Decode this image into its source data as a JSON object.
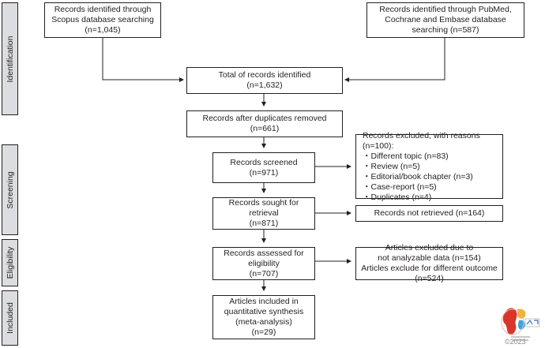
{
  "stages": {
    "identification": "Identification",
    "screening": "Screening",
    "eligibility": "Eligibility",
    "included": "Included"
  },
  "boxes": {
    "scopus": [
      "Records identified through",
      "Scopus database searching",
      "(n=1,045)"
    ],
    "pubmed": [
      "Records identified through PubMed,",
      "Cochrane and Embase database",
      "searching (n=587)"
    ],
    "total": [
      "Total of records identified",
      "(n=1,632)"
    ],
    "duplicates": [
      "Records after duplicates removed",
      "(n=661)"
    ],
    "screened": [
      "Records screened",
      "(n=971)"
    ],
    "excluded": {
      "title": "Records excluded, with reasons (n=100):",
      "items": [
        "・Different topic (n=83)",
        "・Review (n=5)",
        "・Editorial/book chapter (n=3)",
        "・Case-report (n=5)",
        "・Duplicates (n=4)"
      ]
    },
    "retrieval": [
      "Records sought for",
      "retrieval",
      "(n=871)"
    ],
    "not_retrieved": "Records not retrieved (n=164)",
    "eligibility": [
      "Records assessed for",
      "eligibility",
      "(n=707)"
    ],
    "articles_excluded": [
      "Articles excluded due to",
      "not analyzable data (n=154)",
      "Articles exclude for different outcome (n=524)"
    ],
    "included": [
      "Articles included in",
      "quantitative synthesis",
      "(meta-analysis)",
      "(n=29)"
    ]
  },
  "footer": {
    "copyright": "©2023"
  },
  "colors": {
    "stage_fill": "#dcdde0",
    "line": "#231f20"
  }
}
